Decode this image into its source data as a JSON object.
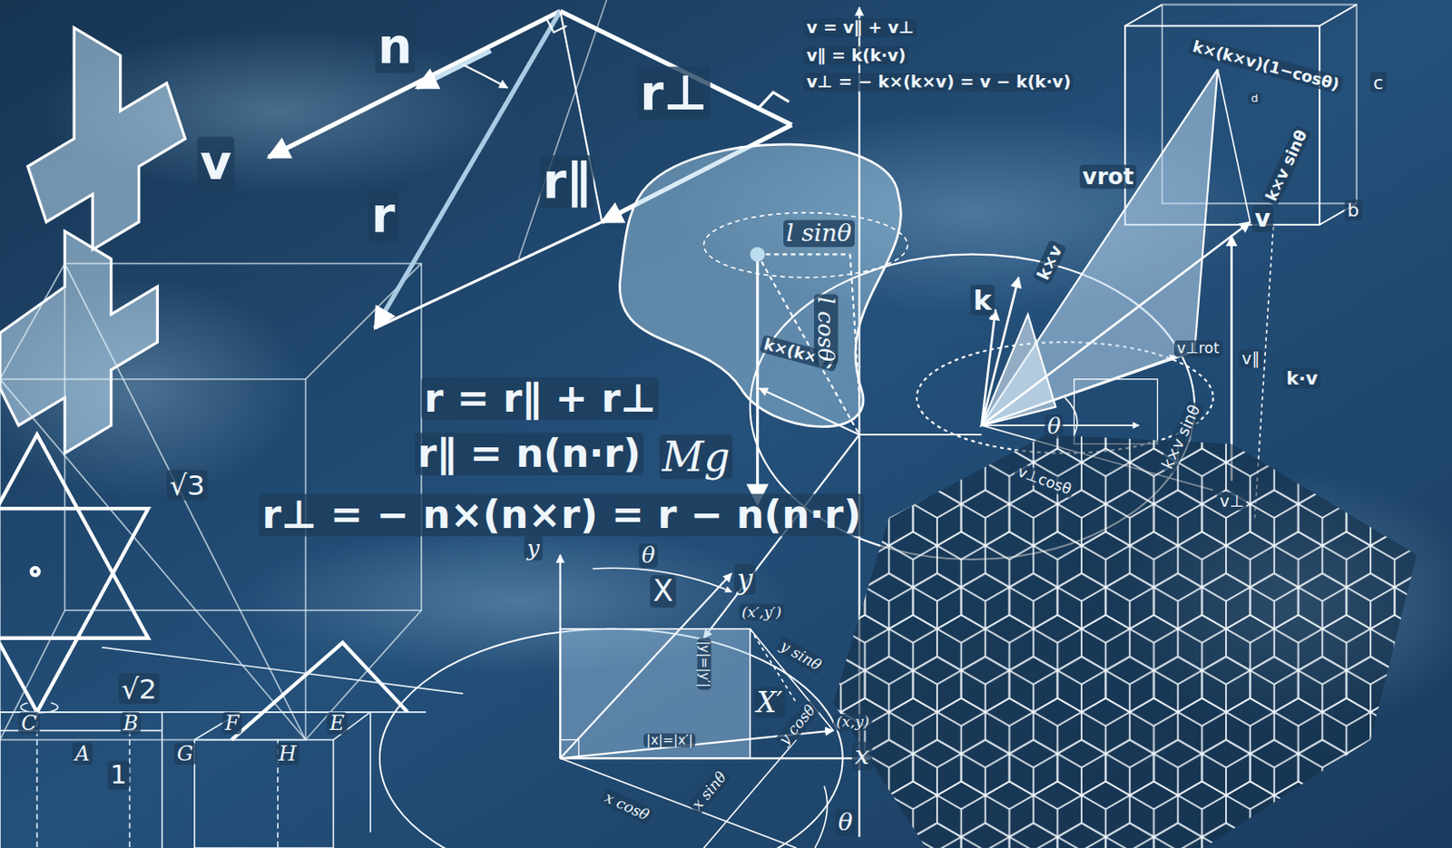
{
  "diagram": {
    "labels": [
      "n",
      "v",
      "r",
      "r⊥",
      "r∥",
      "v = v∥ + v⊥",
      "v∥ = k(k·v)",
      "v⊥ = − k×(k×v) = v − k(k·v)",
      "k×(k×v)(1−cosθ)",
      "c",
      "d",
      "k×v sinθ",
      "vrot",
      "b",
      "v",
      "k×v",
      "k",
      "k×(k×v)",
      "l sinθ",
      "l cosθ",
      "v⊥rot",
      "v∥",
      "k·v",
      "θ",
      "k×v sinθ",
      "v⊥cosθ",
      "v⊥",
      "r = r∥ + r⊥",
      "r∥ = n(n·r)",
      "r⊥ = − n×(n×r) = r − n(n·r)",
      "Mg",
      "√3",
      "√2",
      "C",
      "B",
      "A",
      "1",
      "F",
      "E",
      "G",
      "H",
      "y",
      "θ",
      "X",
      "y",
      "(x′,y′)",
      "|y|=|y′|",
      "y sinθ",
      "X′",
      "y cosθ",
      "(x,y)",
      "|x|=|x′|",
      "x sinθ",
      "x cosθ",
      "x",
      "θ"
    ]
  }
}
